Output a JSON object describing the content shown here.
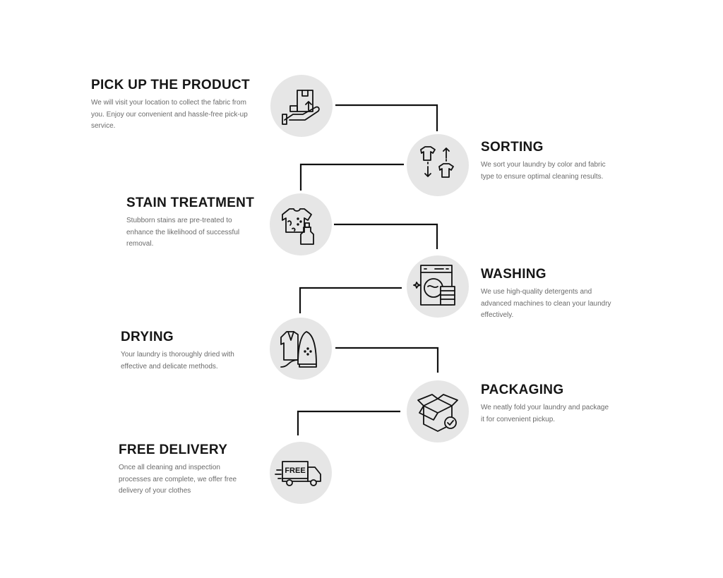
{
  "steps": [
    {
      "title": "PICK UP THE PRODUCT",
      "description": "We will visit your location to collect the fabric from you. Enjoy our convenient and hassle-free pick-up service.",
      "icon": "hand-box-icon"
    },
    {
      "title": "SORTING",
      "description": "We sort your laundry by color and fabric type to ensure optimal cleaning results.",
      "icon": "shirts-sort-icon"
    },
    {
      "title": "STAIN TREATMENT",
      "description": "Stubborn stains are pre-treated to enhance the likelihood of successful removal.",
      "icon": "shirt-spray-icon"
    },
    {
      "title": "WASHING",
      "description": "We use high-quality detergents and advanced machines to clean your laundry effectively.",
      "icon": "washing-machine-icon"
    },
    {
      "title": "DRYING",
      "description": "Your laundry is thoroughly dried with effective and delicate methods.",
      "icon": "shirt-iron-icon"
    },
    {
      "title": "PACKAGING",
      "description": "We neatly fold your laundry and package it for convenient pickup.",
      "icon": "box-check-icon"
    },
    {
      "title": "FREE DELIVERY",
      "description": "Once all cleaning and inspection processes are complete, we offer free delivery of your clothes",
      "icon": "delivery-truck-icon",
      "icon_label": "FREE"
    }
  ],
  "colors": {
    "circle": "#e6e6e6",
    "line": "#111111",
    "title": "#161616",
    "text": "#6b6b6b"
  }
}
